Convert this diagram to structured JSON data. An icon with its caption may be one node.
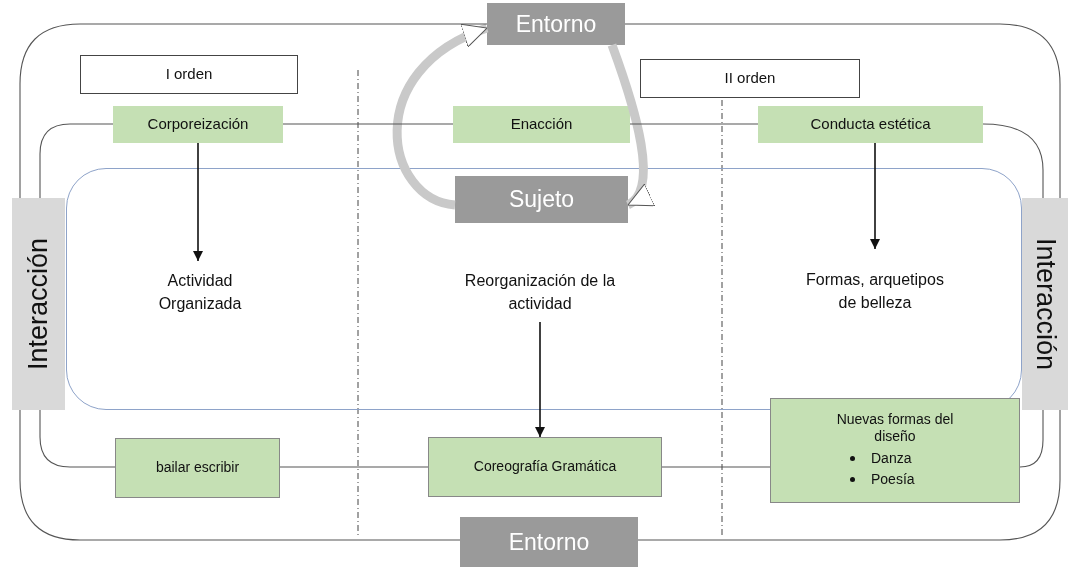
{
  "diagram": {
    "nodes": [
      {
        "text": [
          "Entorno"
        ]
      },
      {
        "text": [
          "I orden"
        ]
      },
      {
        "text": [
          "II orden"
        ]
      },
      {
        "text": [
          "Corporeización"
        ]
      },
      {
        "text": [
          "Enacción"
        ]
      },
      {
        "text": [
          "Conducta estética"
        ]
      },
      {
        "text": [],
        "shape": "box"
      },
      {
        "text": [
          "Sujeto"
        ],
        "in": 6
      },
      {
        "text": [
          "Interacción"
        ]
      },
      {
        "text": [
          "Actividad Organizada"
        ],
        "in": 6
      },
      {
        "text": [
          "Reorganización de la actividad"
        ],
        "in": 6
      },
      {
        "text": [
          "Formas, arquetipos de belleza"
        ],
        "in": 6
      },
      {
        "text": [
          "Interacción"
        ]
      },
      {
        "text": [
          "Nuevas formas del diseño",
          "Danza",
          "Poesía"
        ]
      },
      {
        "text": [
          "bailar escribir"
        ]
      },
      {
        "text": [
          "Coreografía Gramática"
        ]
      },
      {
        "text": [
          "Entorno"
        ]
      }
    ],
    "edges": [
      {
        "from": 7,
        "to": 0,
        "arrow": "to",
        "style": "thick",
        "color": "#c9c9c9"
      },
      {
        "from": 0,
        "to": 7,
        "arrow": "to",
        "style": "thick",
        "color": "#c9c9c9"
      },
      {
        "from": 3,
        "to": 9,
        "arrow": "to"
      },
      {
        "from": 5,
        "to": 11,
        "arrow": "to"
      },
      {
        "from": 10,
        "to": 15,
        "arrow": "to"
      },
      {
        "from": 3,
        "to": 4,
        "arrow": "none"
      },
      {
        "from": 4,
        "to": 5,
        "arrow": "none"
      },
      {
        "from": 5,
        "to": 12,
        "arrow": "none"
      },
      {
        "from": 12,
        "to": 13,
        "arrow": "none"
      },
      {
        "from": 13,
        "to": 15,
        "arrow": "none"
      },
      {
        "from": 15,
        "to": 14,
        "arrow": "none"
      },
      {
        "from": 14,
        "to": 8,
        "arrow": "none"
      },
      {
        "from": 8,
        "to": 3,
        "arrow": "none"
      },
      {
        "from": 0,
        "to": 12,
        "arrow": "none"
      },
      {
        "from": 12,
        "to": 16,
        "arrow": "none"
      },
      {
        "from": 16,
        "to": 8,
        "arrow": "none"
      },
      {
        "from": 8,
        "to": 0,
        "arrow": "none"
      }
    ]
  }
}
